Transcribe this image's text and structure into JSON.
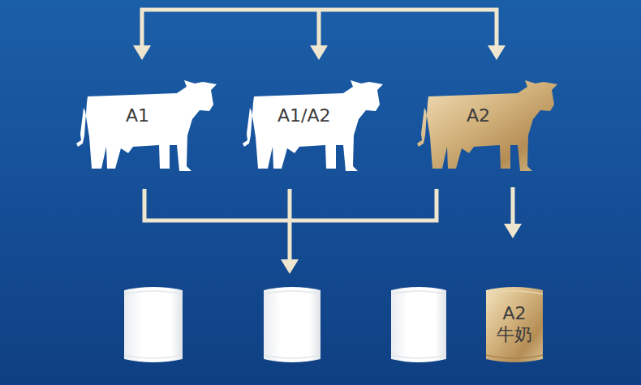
{
  "diagram": {
    "nodes": [
      {
        "text": [
          "A1"
        ]
      },
      {
        "text": [
          "A1/A2"
        ]
      },
      {
        "text": [
          "A2"
        ]
      },
      {
        "text": [
          "A2 牛奶"
        ]
      }
    ],
    "edges": [
      {
        "from": 2,
        "to": 3,
        "arrow": "to"
      }
    ]
  }
}
